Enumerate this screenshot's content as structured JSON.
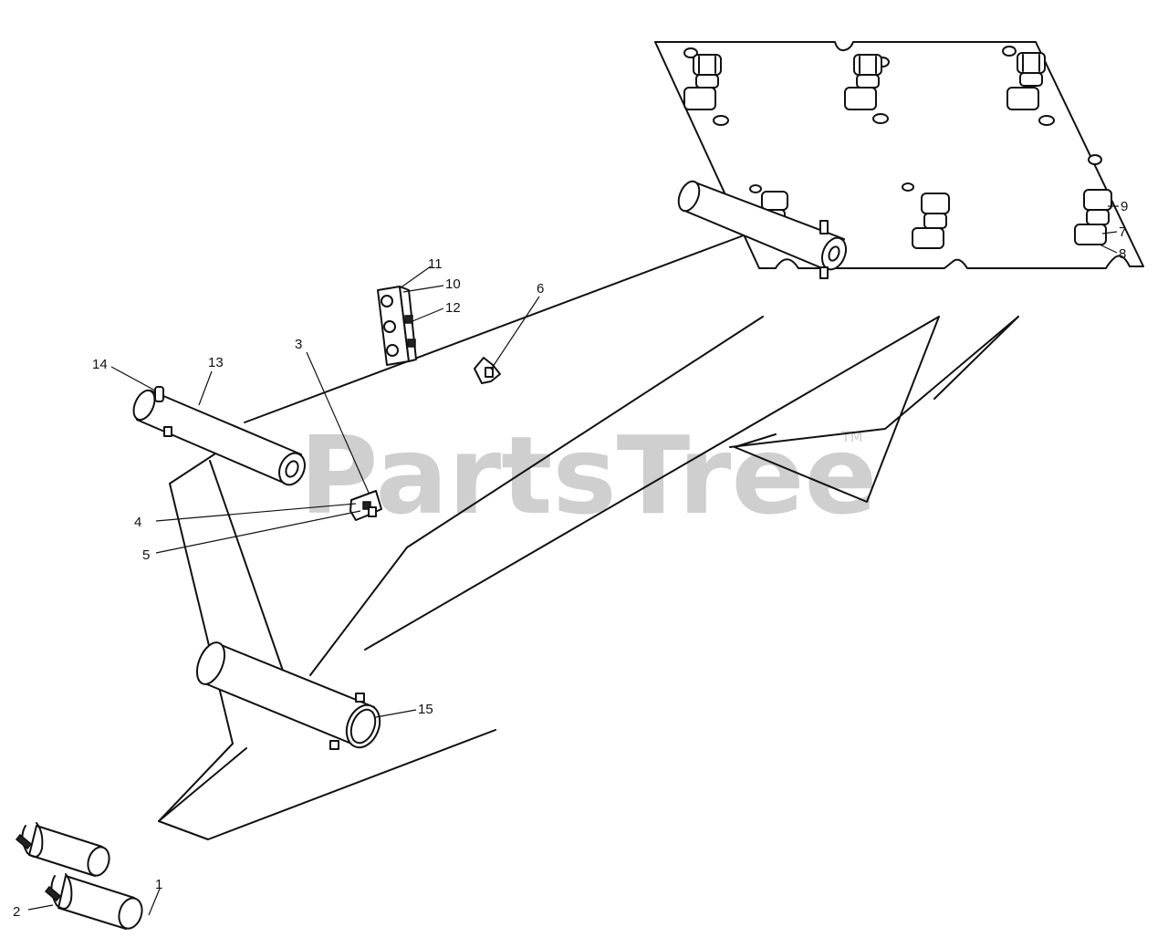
{
  "watermark": {
    "brand": "PartsTree",
    "tm": "TM"
  },
  "callouts": [
    "1",
    "2",
    "3",
    "4",
    "5",
    "6",
    "7",
    "8",
    "9",
    "10",
    "11",
    "12",
    "13",
    "14",
    "15"
  ]
}
